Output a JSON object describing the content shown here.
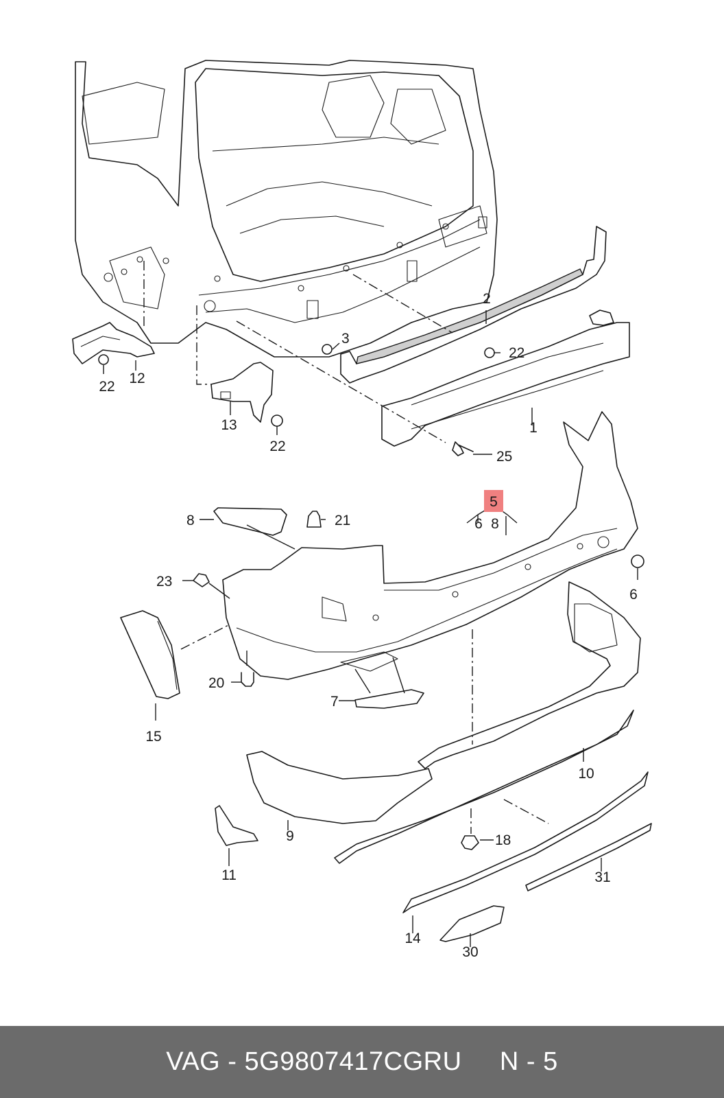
{
  "diagram": {
    "highlight_color": "#f08080",
    "labels": {
      "p1": "1",
      "p2": "2",
      "p3": "3",
      "p5": "5",
      "p5_sub6": "6",
      "p5_sub8": "8",
      "p6": "6",
      "p7": "7",
      "p8": "8",
      "p9": "9",
      "p10": "10",
      "p11": "11",
      "p12": "12",
      "p13": "13",
      "p14": "14",
      "p15": "15",
      "p18": "18",
      "p20": "20",
      "p21": "21",
      "p22a": "22",
      "p22b": "22",
      "p22c": "22",
      "p23": "23",
      "p25": "25",
      "p30": "30",
      "p31": "31"
    }
  },
  "footer": {
    "brand": "VAG",
    "separator": "-",
    "part_number": "5G9807417CGRU",
    "position_prefix": "N",
    "position": "5"
  }
}
